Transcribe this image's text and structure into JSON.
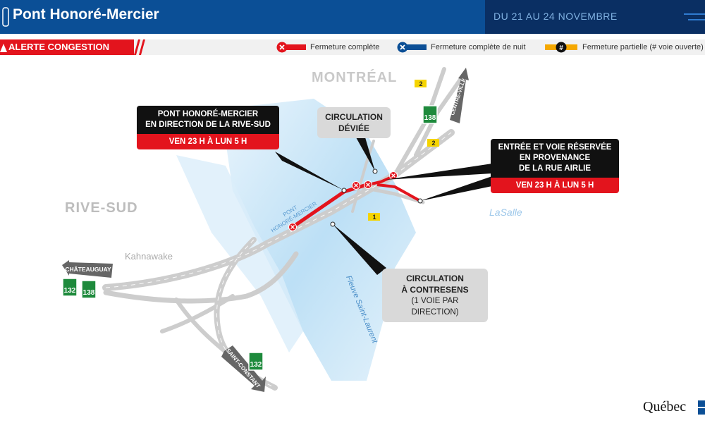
{
  "header": {
    "title": "Pont Honoré-Mercier",
    "dates": "DU 21 AU 24 NOVEMBRE"
  },
  "legend": {
    "alert_label": "ALERTE CONGESTION",
    "items": [
      {
        "label": "Fermeture complète",
        "color": "#e3141d",
        "icon": "x-icon"
      },
      {
        "label": "Fermeture complète de nuit",
        "color": "#0b4f96",
        "icon": "x-icon"
      },
      {
        "label": "Fermeture partielle (# voie ouverte)",
        "color": "#f5a800",
        "icon": "hash-icon"
      }
    ]
  },
  "map": {
    "places": {
      "montreal": "MONTRÉAL",
      "rive_sud": "RIVE-SUD",
      "kahnawake": "Kahnawake",
      "lasalle": "LaSalle",
      "bridge": [
        "PONT",
        "HONORÉ-MERCIER"
      ],
      "river": "Fleuve Saint-Laurent"
    },
    "directions": {
      "chateauguay": "CHÂTEAUGUAY",
      "saint_constant": "SAINT-CONSTANT",
      "centre_ville": "CENTRE-VILLE"
    },
    "route_shields": [
      "132",
      "138",
      "138",
      "132"
    ],
    "lane_badges": [
      "2",
      "2",
      "1"
    ]
  },
  "callouts": {
    "bridge_south": {
      "lines": [
        "PONT HONORÉ-MERCIER",
        "EN DIRECTION DE LA RIVE-SUD"
      ],
      "when": "VEN 23 H À LUN 5 H"
    },
    "detour": {
      "lines": [
        "CIRCULATION",
        "DÉVIÉE"
      ]
    },
    "airlie": {
      "lines": [
        "ENTRÉE ET VOIE RÉSERVÉE",
        "EN PROVENANCE",
        "DE LA RUE AIRLIE"
      ],
      "when": "VEN 23 H À LUN 5 H"
    },
    "contraflow": {
      "lines": [
        "CIRCULATION",
        "À CONTRESENS"
      ],
      "note": "(1 VOIE PAR DIRECTION)"
    }
  },
  "footer": {
    "logo_text": "Québec"
  }
}
